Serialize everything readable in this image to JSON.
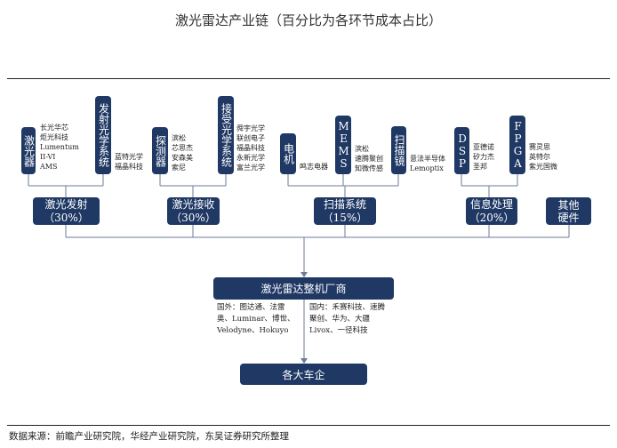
{
  "title": "激光雷达产业链（百分比为各环节成本占比）",
  "components": [
    {
      "id": "laser",
      "label": "激光器",
      "suppliers": [
        "长光华芯",
        "炬光科技",
        "Lumentum",
        "II-VI",
        "AMS"
      ]
    },
    {
      "id": "tx_optics",
      "label": "发射光学系统",
      "suppliers": [
        "蓝特光学",
        "福晶科技"
      ]
    },
    {
      "id": "detector",
      "label": "探测器",
      "suppliers": [
        "滨松",
        "芯思杰",
        "安森美",
        "索尼"
      ]
    },
    {
      "id": "rx_optics",
      "label": "接受光学系统",
      "suppliers": [
        "舜宇光学",
        "联创电子",
        "福晶科技",
        "永新光学",
        "富兰光学"
      ]
    },
    {
      "id": "motor",
      "label": "电机",
      "suppliers": [
        "鸣志电器"
      ]
    },
    {
      "id": "mems",
      "label": "MEMS",
      "suppliers": [
        "滨松",
        "速腾聚创",
        "知微传感"
      ]
    },
    {
      "id": "scanner",
      "label": "扫描镜",
      "suppliers": [
        "意法半导体",
        "Lemoptix"
      ]
    },
    {
      "id": "dsp",
      "label": "DSP",
      "suppliers": [
        "亚德诺",
        "矽力杰",
        "圣邦"
      ]
    },
    {
      "id": "fpga",
      "label": "FPGA",
      "suppliers": [
        "赛灵思",
        "英特尔",
        "紫光国微"
      ]
    }
  ],
  "stages": [
    {
      "name": "激光发射",
      "pct": "（30%）"
    },
    {
      "name": "激光接收",
      "pct": "（30%）"
    },
    {
      "name": "扫描系统",
      "pct": "（15%）"
    },
    {
      "name": "信息处理",
      "pct": "（20%）"
    },
    {
      "name": "其他硬件",
      "pct": ""
    }
  ],
  "integrator": {
    "label": "激光雷达整机厂商",
    "foreign": "国外：图达通、法雷奥、Luminar、博世、Velodyne、Hokuyo",
    "domestic": "国内：禾赛科技、速腾聚创、华为、大疆Livox、一径科技"
  },
  "end_user": "各大车企",
  "source": "数据来源：前瞻产业研究院，华经产业研究院，东吴证券研究所整理",
  "colors": {
    "box": "#1f3864",
    "line": "#6b7b99"
  }
}
